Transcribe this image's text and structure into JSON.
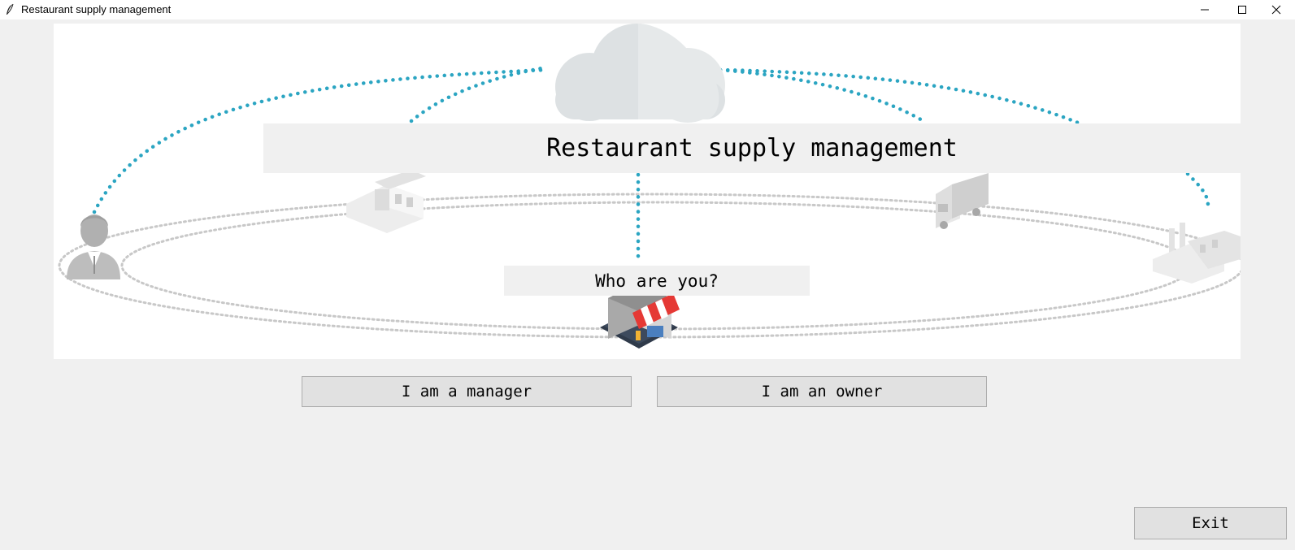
{
  "window": {
    "title": "Restaurant supply management",
    "icon": "feather-icon",
    "controls": [
      "minimize-icon",
      "maximize-icon",
      "close-icon"
    ]
  },
  "banner": {
    "title": "Restaurant supply management",
    "question": "Who are you?",
    "illustration_icons": [
      "cloud-icon",
      "person-icon",
      "warehouse-icon",
      "truck-icon",
      "factory-icon",
      "restaurant-store-icon"
    ],
    "colors": {
      "dots": "#2ba5c2",
      "orbit": "#c8c8c8",
      "cloud": "#dde1e3",
      "awning": "#e53935"
    }
  },
  "buttons": {
    "manager": "I am a manager",
    "owner": "I am an owner",
    "exit": "Exit"
  }
}
